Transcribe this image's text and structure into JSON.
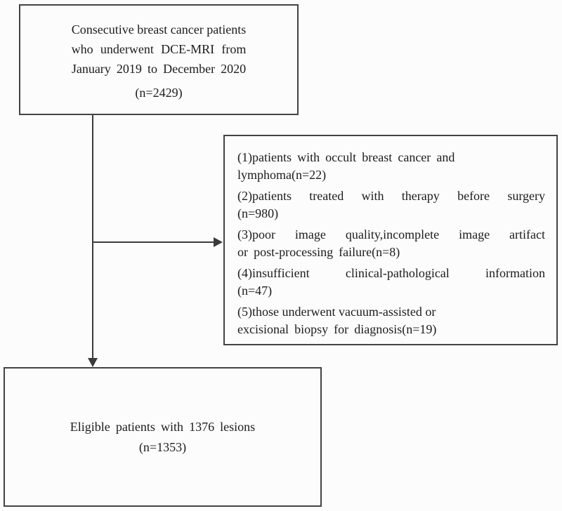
{
  "colors": {
    "box_border": "#434343",
    "connector": "#3b3b3b",
    "text": "#1c1c1c",
    "background": "#fcfcfc"
  },
  "flowchart": {
    "source_box": {
      "lines": [
        "Consecutive breast cancer patients",
        "who underwent DCE-MRI from",
        "January 2019 to December 2020",
        "(n=2429)"
      ]
    },
    "exclusion_box": {
      "lines": [
        "(1)patients with occult breast cancer and",
        "lymphoma(n=22)",
        "(2)patients treated with therapy before surgery",
        "(n=980)",
        "(3)poor image quality,incomplete image artifact",
        "or post-processing failure(n=8)",
        "(4)insufficient clinical-pathological information",
        "(n=47)",
        "(5)those underwent vacuum-assisted or",
        "excisional biopsy for diagnosis(n=19)"
      ]
    },
    "result_box": {
      "lines": [
        "Eligible patients with 1376 lesions",
        "(n=1353)"
      ]
    }
  }
}
